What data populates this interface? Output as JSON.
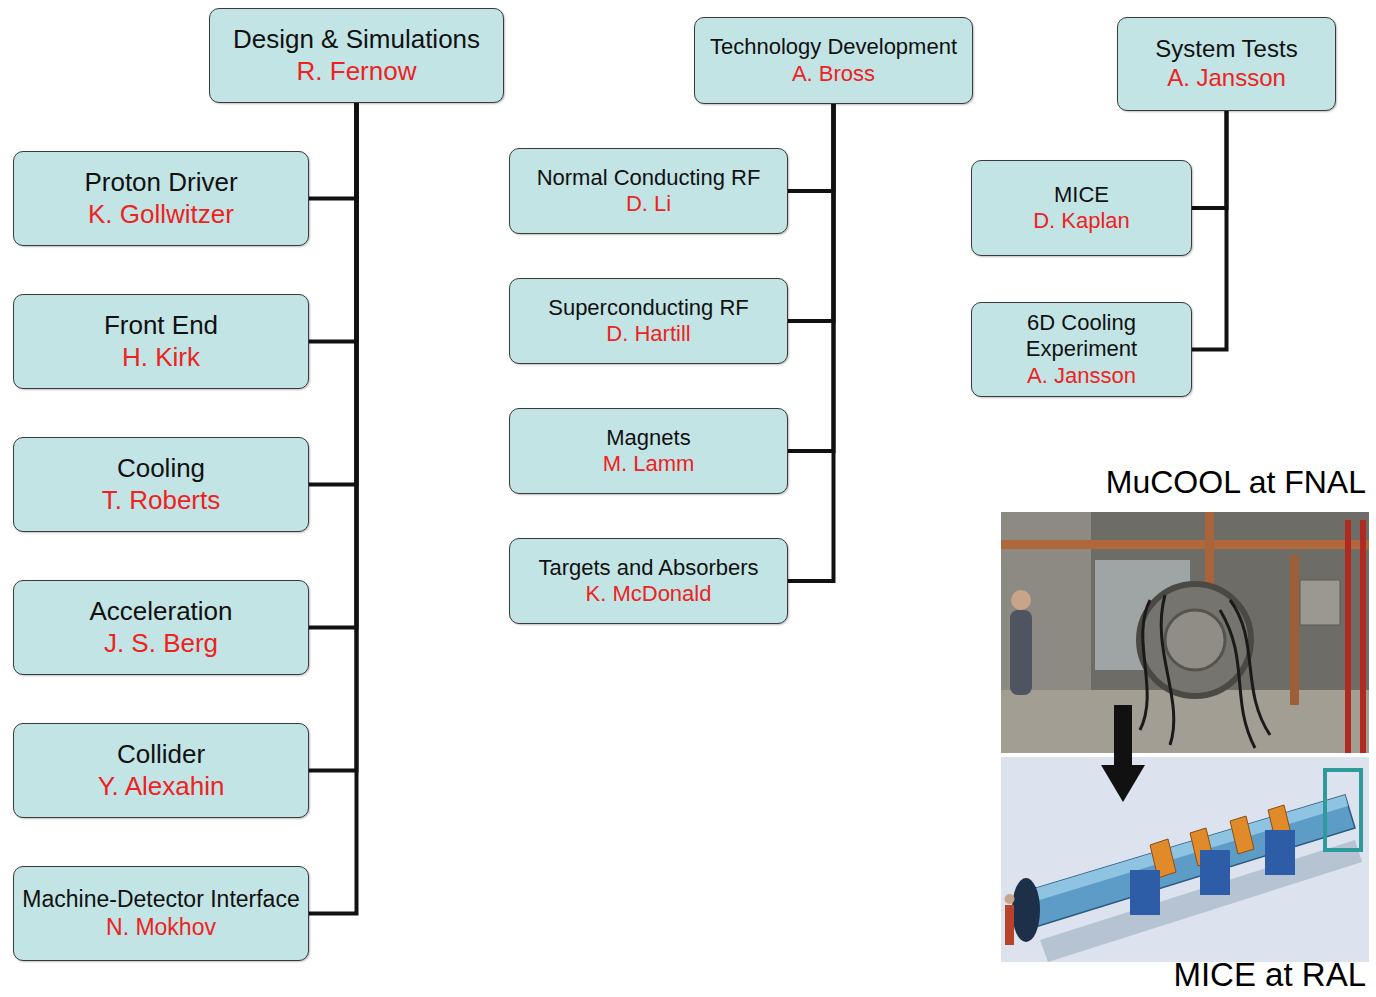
{
  "diagram": {
    "nodes": [
      {
        "text": [
          "Design & Simulations",
          "R. Fernow"
        ]
      },
      {
        "text": [
          "Proton Driver",
          "K. Gollwitzer"
        ]
      },
      {
        "text": [
          "Front End",
          "H. Kirk"
        ]
      },
      {
        "text": [
          "Cooling",
          "T. Roberts"
        ]
      },
      {
        "text": [
          "Acceleration",
          "J. S. Berg"
        ]
      },
      {
        "text": [
          "Collider",
          "Y. Alexahin"
        ]
      },
      {
        "text": [
          "Machine-Detector Interface",
          "N. Mokhov"
        ]
      },
      {
        "text": [
          "Technology Development",
          "A. Bross"
        ]
      },
      {
        "text": [
          "Normal Conducting RF",
          "D. Li"
        ]
      },
      {
        "text": [
          "Superconducting RF",
          "D. Hartill"
        ]
      },
      {
        "text": [
          "Magnets",
          "M. Lamm"
        ]
      },
      {
        "text": [
          "Targets and Absorbers",
          "K. McDonald"
        ]
      },
      {
        "text": [
          "System Tests",
          "A. Jansson"
        ]
      },
      {
        "text": [
          "MICE",
          "D. Kaplan"
        ]
      },
      {
        "text": [
          "6D Cooling Experiment",
          "A. Jansson"
        ]
      }
    ],
    "edges": [
      {
        "from": 0,
        "to": 1,
        "arrow": "none"
      },
      {
        "from": 0,
        "to": 2,
        "arrow": "none"
      },
      {
        "from": 0,
        "to": 3,
        "arrow": "none"
      },
      {
        "from": 0,
        "to": 4,
        "arrow": "none"
      },
      {
        "from": 0,
        "to": 5,
        "arrow": "none"
      },
      {
        "from": 0,
        "to": 6,
        "arrow": "none"
      },
      {
        "from": 7,
        "to": 8,
        "arrow": "none"
      },
      {
        "from": 7,
        "to": 9,
        "arrow": "none"
      },
      {
        "from": 7,
        "to": 10,
        "arrow": "none"
      },
      {
        "from": 7,
        "to": 11,
        "arrow": "none"
      },
      {
        "from": 12,
        "to": 13,
        "arrow": "none"
      },
      {
        "from": 12,
        "to": 14,
        "arrow": "none"
      }
    ],
    "labels": [
      "MuCOOL at FNAL",
      "MICE at RAL"
    ]
  }
}
